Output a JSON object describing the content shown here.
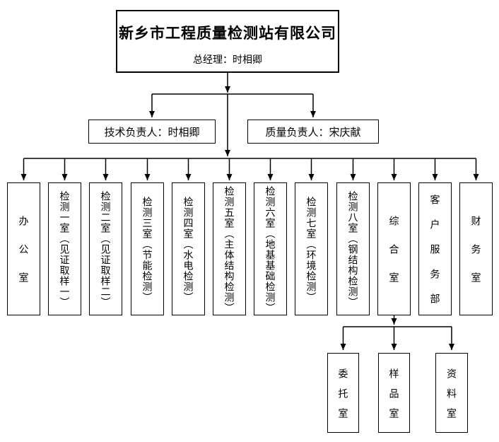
{
  "company": {
    "name": "新乡市工程质量检测站有限公司",
    "general_manager": "总经理：时相卿"
  },
  "leaders": {
    "technical": "技术负责人：时相卿",
    "quality": "质量负责人：宋庆献"
  },
  "departments": [
    "办公室",
    "检测一室（见证取样一）",
    "检测二室（见证取样二）",
    "检测三室（节能检测）",
    "检测四室（水电检测）",
    "检测五室（主体结构检测）",
    "检测六室（地基基础检测）",
    "检测七室（环境检测）",
    "检测八室（钢结构检测）",
    "综合室",
    "客户服务部",
    "财务室"
  ],
  "sub_departments": [
    "委托室",
    "样品室",
    "资料室"
  ],
  "colors": {
    "line": "#000000",
    "border": "#000000",
    "background": "#ffffff",
    "text": "#000000"
  }
}
